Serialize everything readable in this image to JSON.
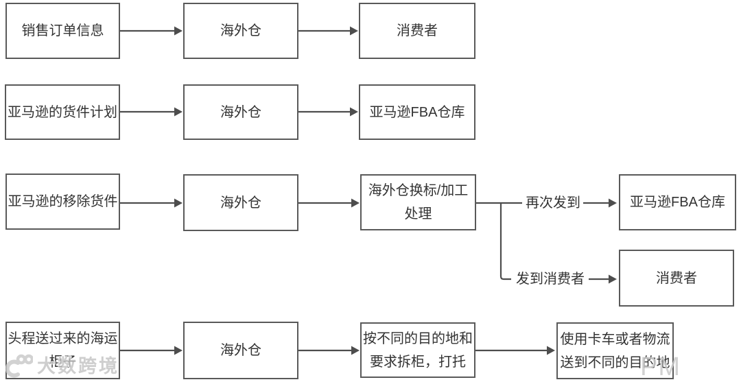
{
  "diagram": {
    "flows": [
      {
        "id": "sales-orders",
        "steps": [
          "销售订单信息",
          "海外仓",
          "消费者"
        ]
      },
      {
        "id": "amazon-shipment-plan",
        "steps": [
          "亚马逊的货件计划",
          "海外仓",
          "亚马逊FBA仓库"
        ]
      },
      {
        "id": "amazon-removal",
        "steps": [
          "亚马逊的移除货件",
          "海外仓",
          "海外仓换标/加工\n处理"
        ],
        "branches": [
          {
            "label": "再次发到",
            "dest": "亚马逊FBA仓库"
          },
          {
            "label": "发到消费者",
            "dest": "消费者"
          }
        ]
      },
      {
        "id": "first-leg-container",
        "steps": [
          "头程送过来的海运\n柜子",
          "海外仓",
          "按不同的目的地和\n要求拆柜，打托",
          "使用卡车或者物流\n送到不同的目的地"
        ]
      }
    ]
  },
  "watermarks": {
    "bottom_left_text": "大数跨境",
    "bottom_right_text": "PM"
  },
  "colors": {
    "box_border": "#595959",
    "box_text": "#333333",
    "arrow": "#4d4d4d",
    "watermark": "#c3c3c3"
  }
}
